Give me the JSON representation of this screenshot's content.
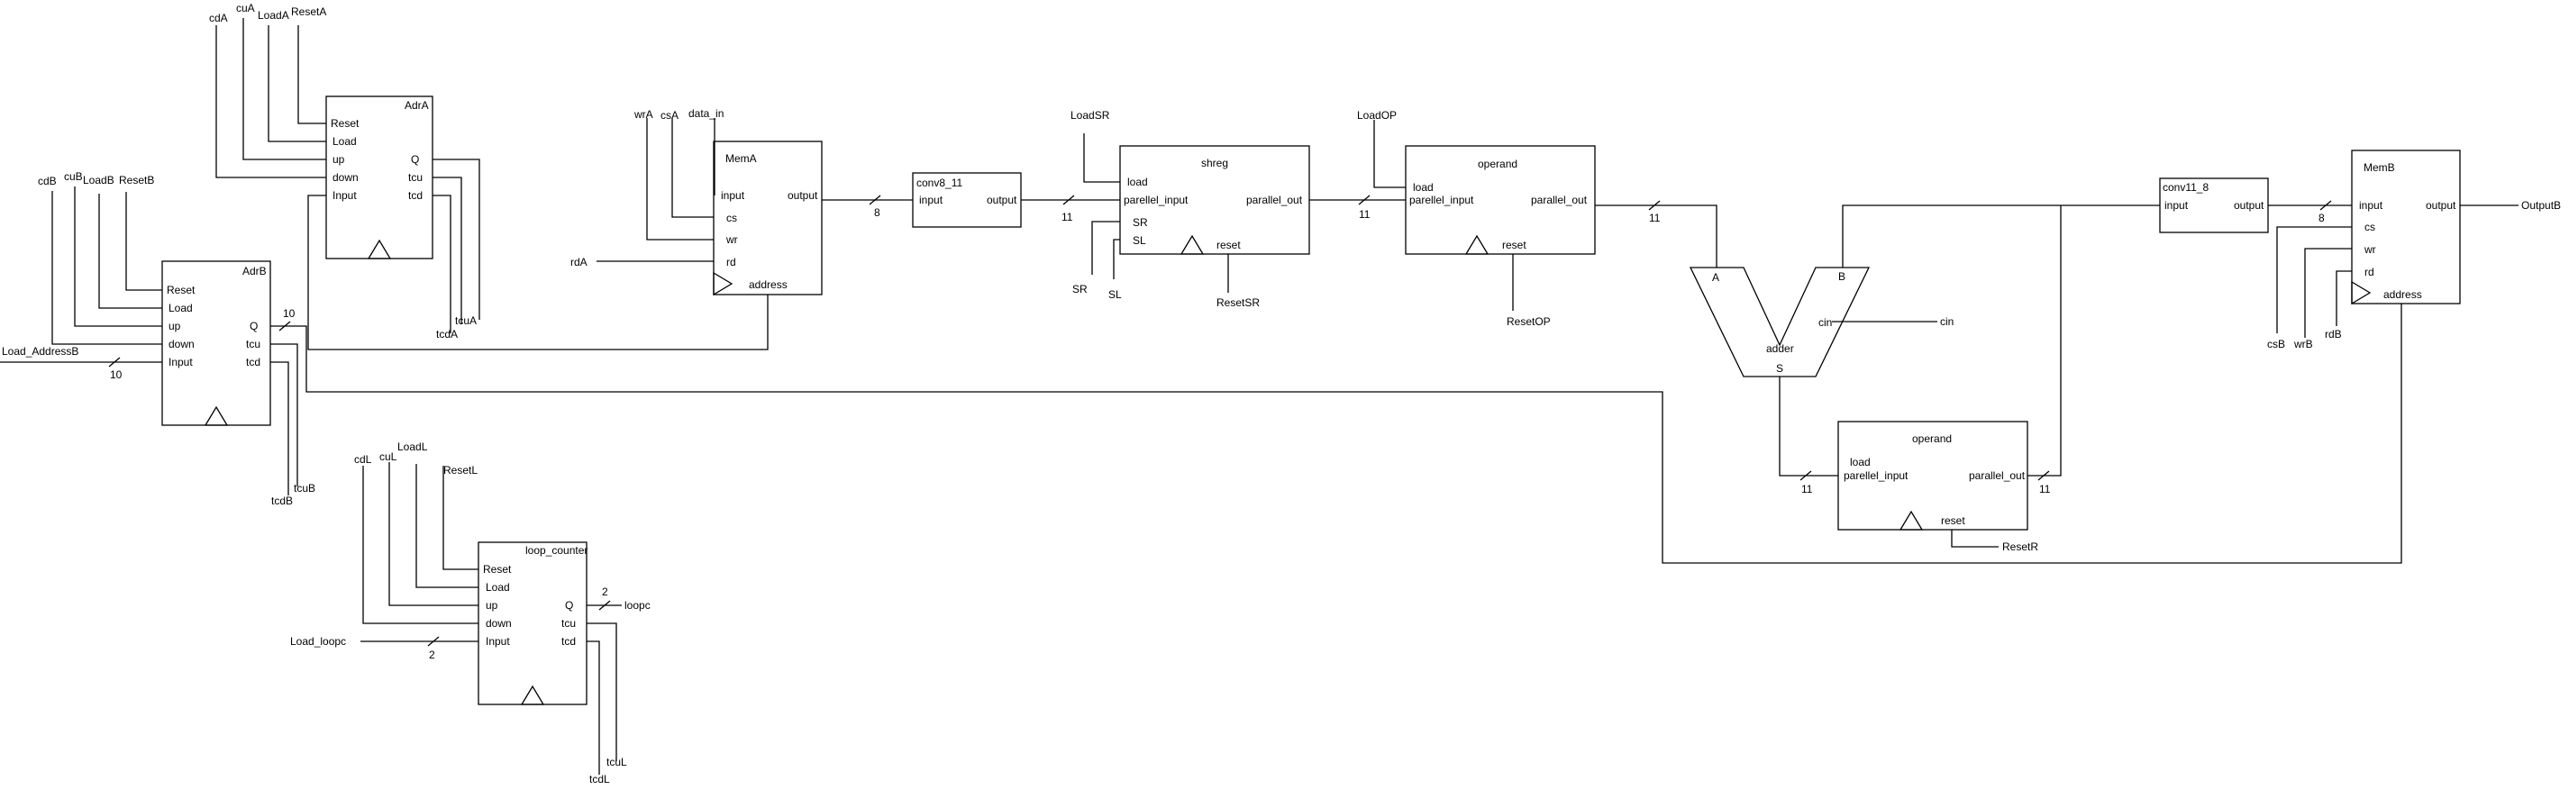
{
  "adrA": {
    "name": "AdrA",
    "reset": "Reset",
    "load": "Load",
    "up": "up",
    "down": "down",
    "input": "Input",
    "q": "Q",
    "tcu": "tcu",
    "tcd": "tcd"
  },
  "adrA_sig": {
    "cdA": "cdA",
    "cuA": "cuA",
    "loadA": "LoadA",
    "resetA": "ResetA",
    "tcuA": "tcuA",
    "tcdA": "tcdA"
  },
  "adrB": {
    "name": "AdrB",
    "reset": "Reset",
    "load": "Load",
    "up": "up",
    "down": "down",
    "input": "Input",
    "q": "Q",
    "tcu": "tcu",
    "tcd": "tcd"
  },
  "adrB_sig": {
    "cdB": "cdB",
    "cuB": "cuB",
    "loadB": "LoadB",
    "resetB": "ResetB",
    "load_addr": "Load_AddressB",
    "w_in": "10",
    "w_q": "10",
    "tcuB": "tcuB",
    "tcdB": "tcdB"
  },
  "loop": {
    "name": "loop_counter",
    "reset": "Reset",
    "load": "Load",
    "up": "up",
    "down": "down",
    "input": "Input",
    "q": "Q",
    "tcu": "tcu",
    "tcd": "tcd"
  },
  "loop_sig": {
    "cdL": "cdL",
    "cuL": "cuL",
    "loadL": "LoadL",
    "resetL": "ResetL",
    "load_loopc": "Load_loopc",
    "w_in": "2",
    "w_q": "2",
    "loopc": "loopc",
    "tcuL": "tcuL",
    "tcdL": "tcdL"
  },
  "memA": {
    "name": "MemA",
    "input": "input",
    "cs": "cs",
    "wr": "wr",
    "rd": "rd",
    "output": "output",
    "address": "address"
  },
  "memA_sig": {
    "wrA": "wrA",
    "csA": "csA",
    "data_in": "data_in",
    "rdA": "rdA",
    "w_out": "8"
  },
  "conv8": {
    "name": "conv8_11",
    "input": "input",
    "output": "output",
    "w_out": "11"
  },
  "shreg": {
    "name": "shreg",
    "load": "load",
    "pin": "parellel_input",
    "sr": "SR",
    "sl": "SL",
    "pout": "parallel_out",
    "reset": "reset"
  },
  "shreg_sig": {
    "loadSR": "LoadSR",
    "sr": "SR",
    "sl": "SL",
    "resetSR": "ResetSR",
    "w_out": "11"
  },
  "op1": {
    "name": "operand",
    "load": "load",
    "pin": "parellel_input",
    "pout": "parallel_out",
    "reset": "reset"
  },
  "op1_sig": {
    "loadOP": "LoadOP",
    "resetOP": "ResetOP",
    "w_out": "11"
  },
  "adder": {
    "name": "adder",
    "a": "A",
    "b": "B",
    "cin": "cin",
    "s": "S"
  },
  "adder_sig": {
    "cin": "cin"
  },
  "op2": {
    "name": "operand",
    "load": "load",
    "pin": "parellel_input",
    "pout": "parallel_out",
    "reset": "reset"
  },
  "op2_sig": {
    "w_in": "11",
    "w_out": "11",
    "resetR": "ResetR"
  },
  "conv11": {
    "name": "conv11_8",
    "input": "input",
    "output": "output",
    "w_out": "8"
  },
  "memB": {
    "name": "MemB",
    "input": "input",
    "cs": "cs",
    "wr": "wr",
    "rd": "rd",
    "output": "output",
    "address": "address"
  },
  "memB_sig": {
    "csB": "csB",
    "wrB": "wrB",
    "rdB": "rdB",
    "outputB": "OutputB"
  }
}
